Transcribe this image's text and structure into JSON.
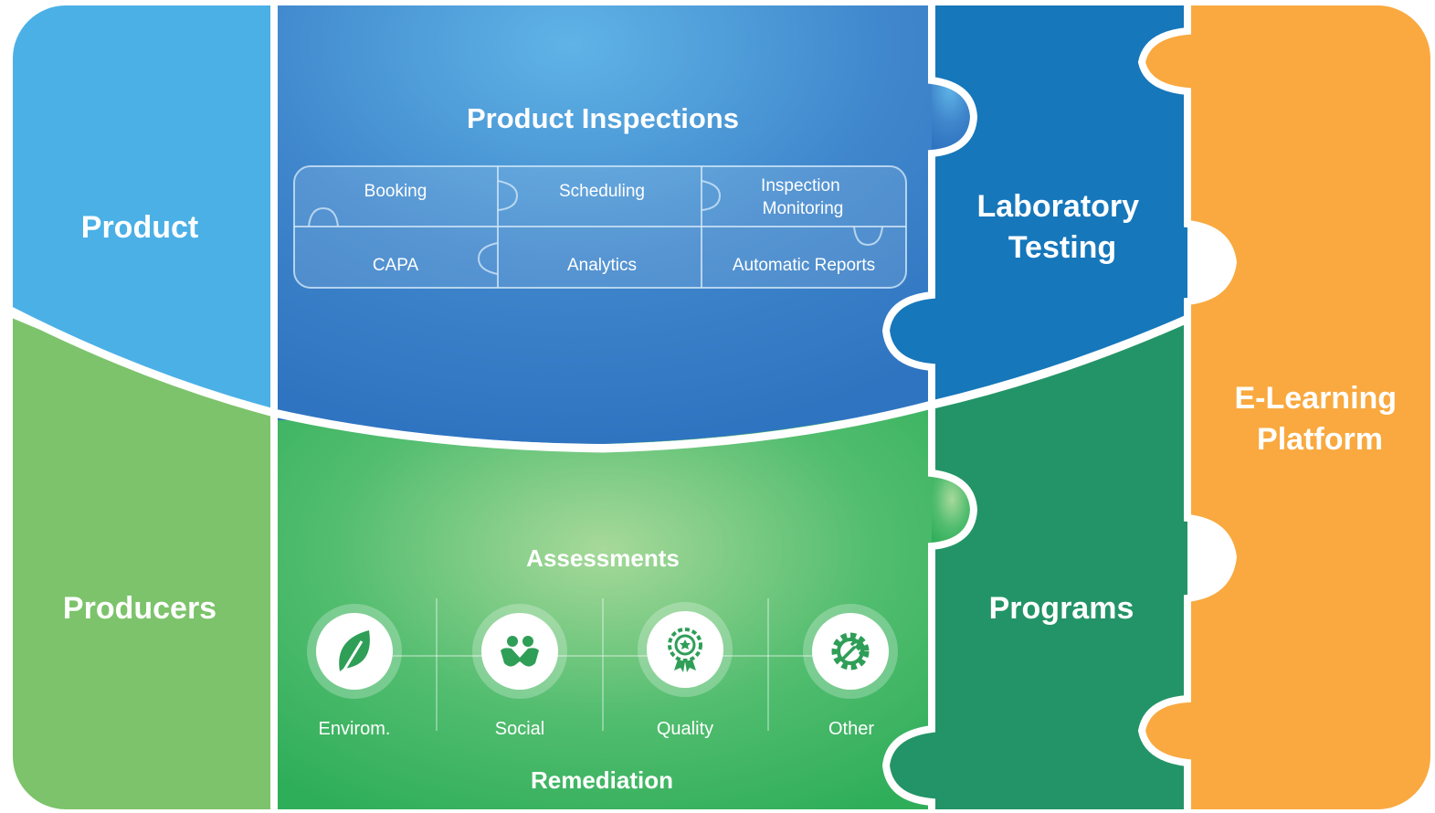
{
  "panels": {
    "product": "Product",
    "producers": "Producers",
    "laboratory_testing": [
      "Laboratory",
      "Testing"
    ],
    "programs": "Programs",
    "elearning": [
      "E-Learning",
      "Platform"
    ]
  },
  "inspections": {
    "title": "Product Inspections",
    "modules_row1": [
      "Booking",
      "Scheduling",
      [
        "Inspection",
        "Monitoring"
      ]
    ],
    "modules_row2": [
      "CAPA",
      "Analytics",
      "Automatic Reports"
    ]
  },
  "assessments": {
    "title": "Assessments",
    "categories": [
      {
        "label": "Envirom.",
        "icon": "leaf-icon"
      },
      {
        "label": "Social",
        "icon": "handshake-icon"
      },
      {
        "label": "Quality",
        "icon": "award-badge-icon"
      },
      {
        "label": "Other",
        "icon": "gear-wrench-icon"
      }
    ],
    "footer": "Remediation"
  },
  "colors": {
    "product_blue": "#4bb0e6",
    "producers_green": "#7cc36b",
    "inspections_blue": "#3f86cc",
    "lab_blue": "#1677bb",
    "assess_green": "#3cb661",
    "programs_green": "#239467",
    "elearning_orange": "#f9a93f"
  }
}
